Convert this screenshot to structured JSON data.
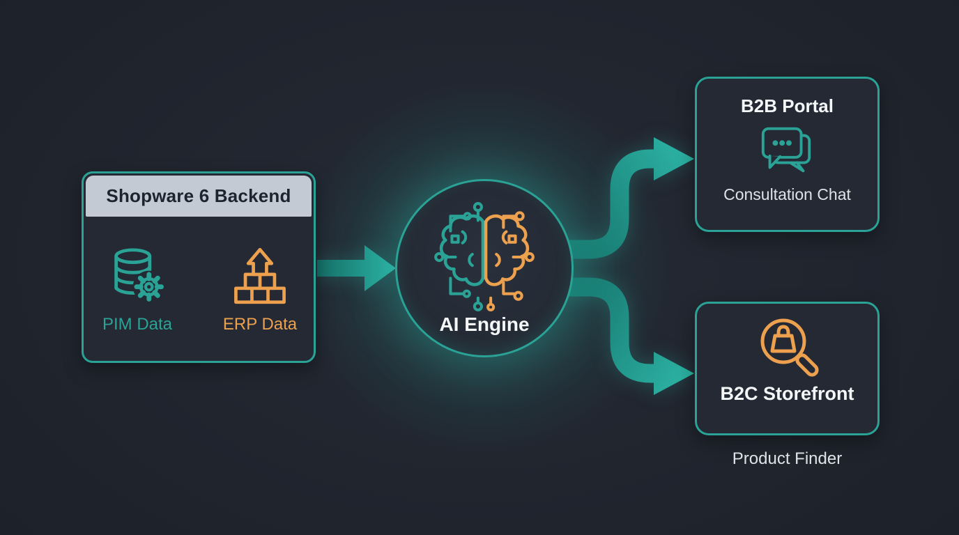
{
  "colors": {
    "teal": "#2aa396",
    "teal_dark": "#156f68",
    "teal_bright": "#2cb3a4",
    "orange": "#eda14f",
    "header_bg": "#c4cad4",
    "header_text": "#1d2430",
    "box_bg": "#242934",
    "text_white": "#f4f6f8",
    "text_gray": "#dfe3e8",
    "background": "#20242d"
  },
  "backend": {
    "title": "Shopware 6 Backend",
    "items": [
      {
        "label": "PIM Data",
        "icon": "database-gear-icon"
      },
      {
        "label": "ERP Data",
        "icon": "bricks-arrow-icon"
      }
    ]
  },
  "ai_engine": {
    "label": "AI Engine",
    "icon": "circuit-brain-icon"
  },
  "b2b_portal": {
    "title": "B2B Portal",
    "icon": "chat-bubbles-icon",
    "subtitle": "Consultation Chat"
  },
  "b2c_storefront": {
    "title": "B2C Storefront",
    "icon": "magnifier-bag-icon",
    "subtitle": "Product Finder"
  },
  "arrows": [
    {
      "from": "shopware-backend",
      "to": "ai-engine"
    },
    {
      "from": "ai-engine",
      "to": "b2b-portal"
    },
    {
      "from": "ai-engine",
      "to": "b2c-storefront"
    }
  ]
}
